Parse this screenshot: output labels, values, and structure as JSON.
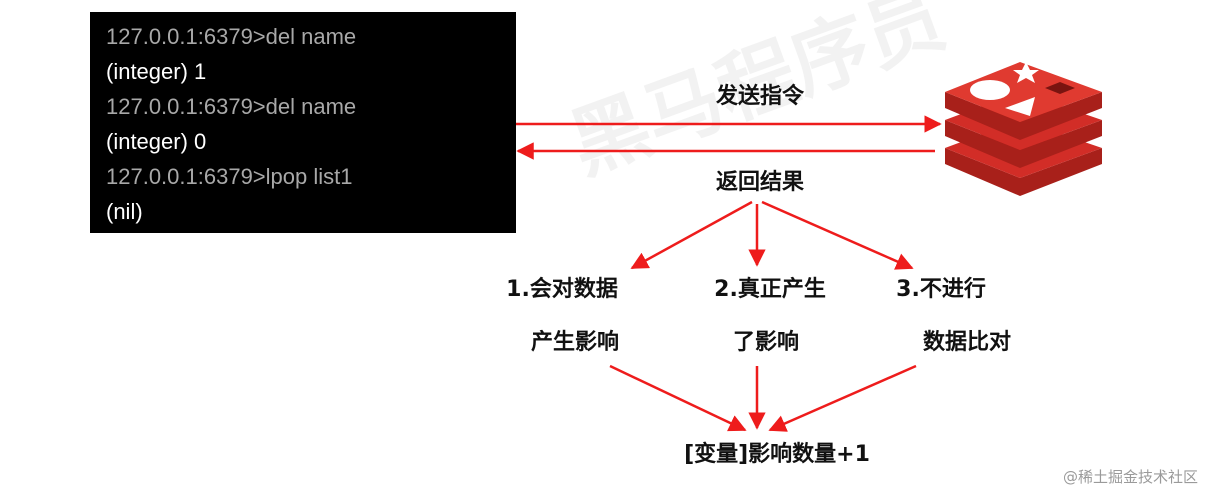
{
  "terminal": {
    "lines": [
      {
        "text": "127.0.0.1:6379>del name",
        "kind": "prompt"
      },
      {
        "text": "(integer) 1",
        "kind": "output"
      },
      {
        "text": "127.0.0.1:6379>del name",
        "kind": "prompt"
      },
      {
        "text": "(integer) 0",
        "kind": "output"
      },
      {
        "text": "127.0.0.1:6379>lpop list1",
        "kind": "prompt"
      },
      {
        "text": "(nil)",
        "kind": "output"
      }
    ]
  },
  "arrows": {
    "send_label": "发送指令",
    "return_label": "返回结果",
    "color": "#ee1c1c"
  },
  "cases": [
    {
      "line1": "1.会对数据",
      "line2": "产生影响"
    },
    {
      "line1": "2.真正产生",
      "line2": "了影响"
    },
    {
      "line1": "3.不进行",
      "line2": "数据比对"
    }
  ],
  "result_label": "[变量]影响数量+1",
  "logo": {
    "name": "redis-logo",
    "color": "#d22d27"
  },
  "watermark": "黑马程序员",
  "credit": "@稀土掘金技术社区"
}
